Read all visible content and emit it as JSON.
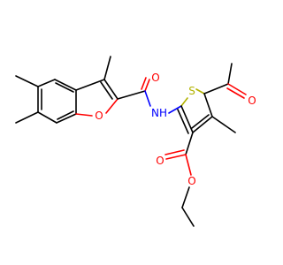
{
  "molecule": {
    "atoms": {
      "o_furan": {
        "label": "O",
        "color": "#ff0000"
      },
      "o_amide": {
        "label": "O",
        "color": "#ff0000"
      },
      "n_amide": {
        "label": "NH",
        "color": "#0000ff"
      },
      "s_thiophene": {
        "label": "S",
        "color": "#b2b200"
      },
      "o_acetyl": {
        "label": "O",
        "color": "#ff0000"
      },
      "o_ester_carbonyl": {
        "label": "O",
        "color": "#ff0000"
      },
      "o_ester_ether": {
        "label": "O",
        "color": "#ff0000"
      }
    }
  }
}
